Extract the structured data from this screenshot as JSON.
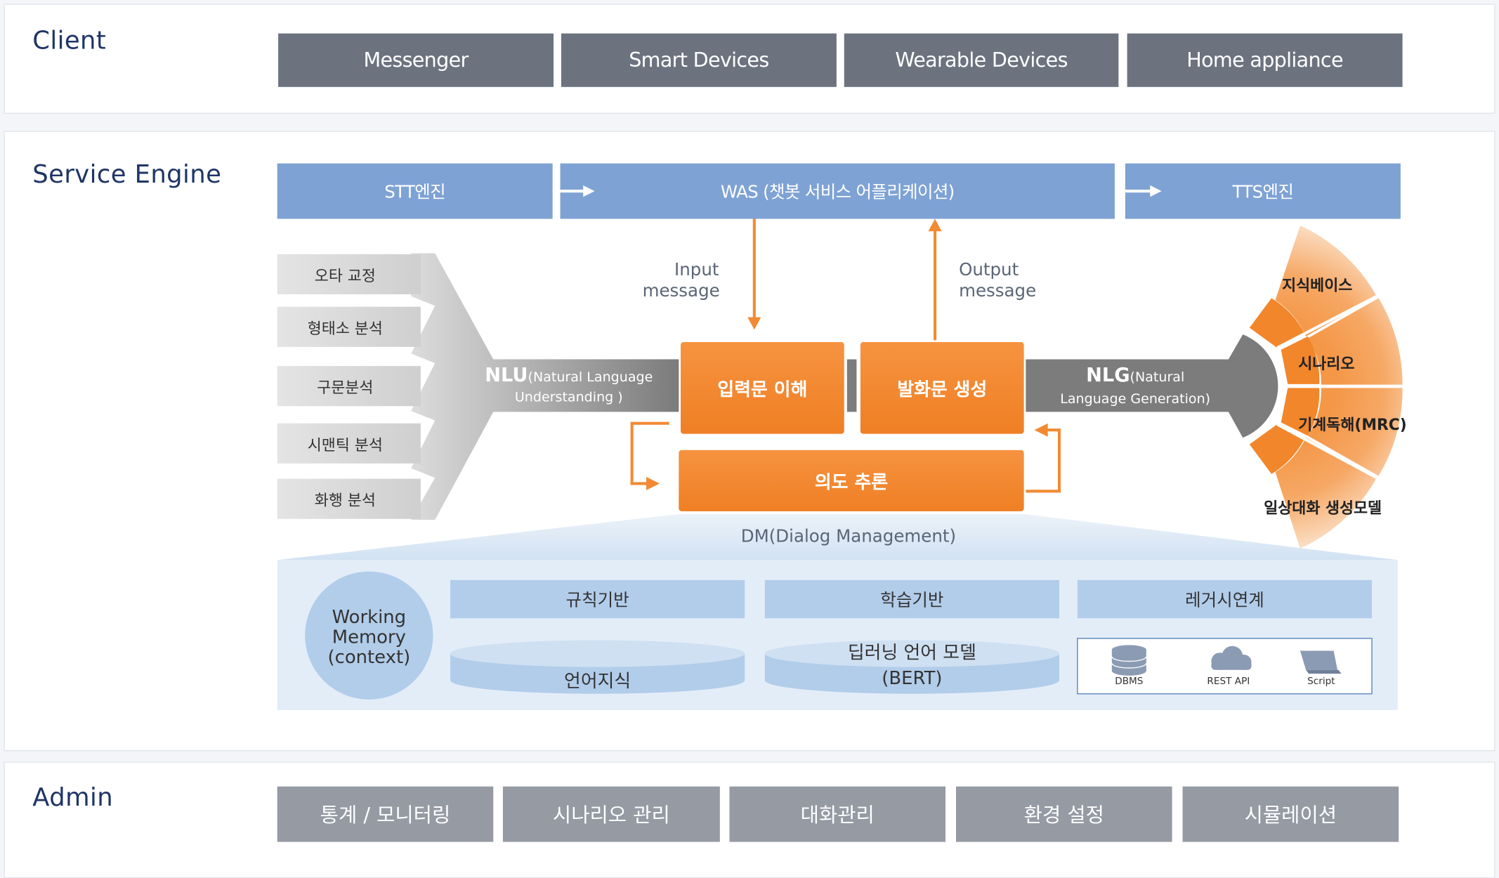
{
  "client": {
    "title": "Client",
    "boxes": [
      "Messenger",
      "Smart Devices",
      "Wearable Devices",
      "Home appliance"
    ]
  },
  "engine": {
    "title": "Service Engine",
    "stt": "STT엔진",
    "was": "WAS (챗봇 서비스 어플리케이션)",
    "tts": "TTS엔진",
    "input_message_1": "Input",
    "input_message_2": "message",
    "output_message_1": "Output",
    "output_message_2": "message",
    "nlu_items": [
      "오타 교정",
      "형태소 분석",
      "구문분석",
      "시맨틱 분석",
      "화행 분석"
    ],
    "nlu_main": "NLU",
    "nlu_sub_1": "(Natural Language",
    "nlu_sub_2": "Understanding )",
    "input_understanding": "입력문 이해",
    "utterance_generation": "발화문 생성",
    "intent_inference": "의도 추론",
    "nlg_main": "NLG",
    "nlg_sub_1": "(Natural",
    "nlg_sub_2": "Language Generation)",
    "nlg_items": [
      "지식베이스",
      "시나리오",
      "기계독해(MRC)",
      "일상대화 생성모델"
    ],
    "dm_label": "DM(Dialog Management)",
    "working_memory": [
      "Working",
      "Memory",
      "(context)"
    ],
    "rule_based": "규칙기반",
    "language_knowledge": "언어지식",
    "learning_based": "학습기반",
    "deep_learning_1": "딥러닝 언어 모델",
    "deep_learning_2": "(BERT)",
    "legacy": "레거시연계",
    "legacy_items": [
      "DBMS",
      "REST API",
      "Script"
    ]
  },
  "admin": {
    "title": "Admin",
    "boxes": [
      "통계 / 모니터링",
      "시나리오 관리",
      "대화관리",
      "환경 설정",
      "시뮬레이션"
    ]
  },
  "colors": {
    "orange": "#f28a33",
    "blue_bar": "#7ea2d4",
    "dark_gray": "#6c737f",
    "title_navy": "#1f3566"
  }
}
